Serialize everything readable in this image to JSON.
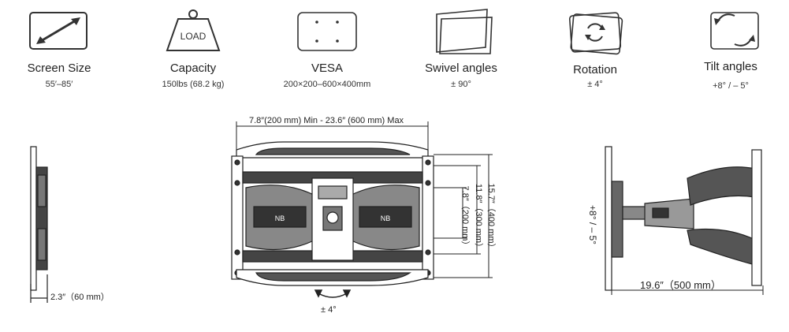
{
  "specs": [
    {
      "title": "Screen Size",
      "value": "55′–85′",
      "icon": "diagonal-arrow-icon"
    },
    {
      "title": "Capacity",
      "value": "150lbs (68.2 kg)",
      "icon": "load-weight-icon",
      "icon_text": "LOAD"
    },
    {
      "title": "VESA",
      "value": "200×200–600×400mm",
      "icon": "vesa-pattern-icon"
    },
    {
      "title": "Swivel angles",
      "value": "± 90°",
      "icon": "swivel-icon"
    },
    {
      "title": "Rotation",
      "value": "± 4°",
      "icon": "rotation-icon"
    },
    {
      "title": "Tilt angles",
      "value": "+8°   / – 5°",
      "icon": "tilt-icon"
    }
  ],
  "diagram": {
    "depth_label": "2.3″（60 mm）",
    "width_label": "7.8″(200 mm) Min - 23.6″ (600 mm) Max",
    "height_label_1": "15.7″（400 mm）",
    "height_label_2": "11.8″（300 mm）",
    "height_label_3": "7.8″（200 mm）",
    "rotation_label": "±  4°",
    "tilt_label": "+8°  / – 5°",
    "extension_label": "19.6″（500 mm）"
  }
}
